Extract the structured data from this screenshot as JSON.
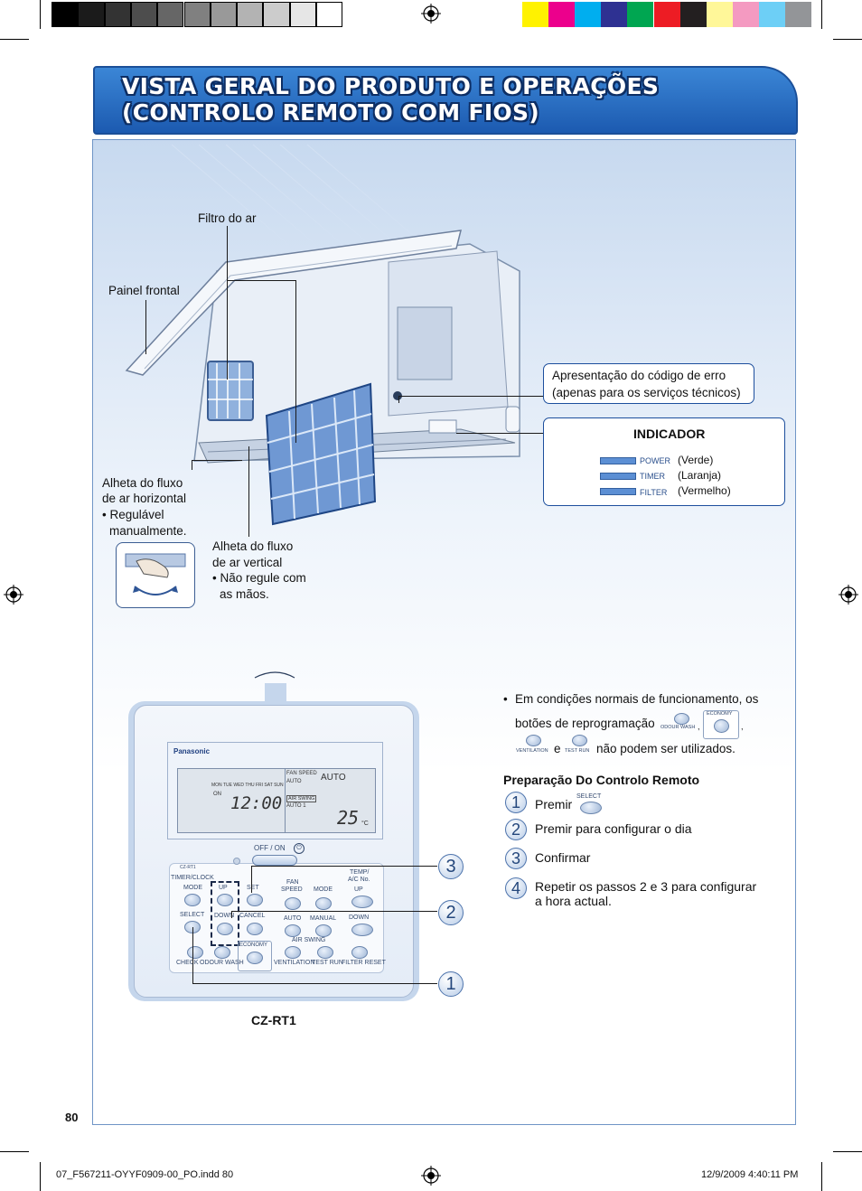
{
  "color_bar": {
    "grays": [
      "#000000",
      "#1b1b1b",
      "#333333",
      "#4d4d4d",
      "#666666",
      "#808080",
      "#999999",
      "#b3b3b3",
      "#cccccc",
      "#e6e6e6",
      "#ffffff"
    ],
    "colors": [
      "#fff200",
      "#ec008c",
      "#00aeef",
      "#2e3192",
      "#00a651",
      "#ed1c24",
      "#231f20",
      "#fff799",
      "#f49ac1",
      "#6dcff6",
      "#939598"
    ]
  },
  "title": {
    "line1": "VISTA GERAL DO PRODUTO E OPERAÇÕES",
    "line2": "(CONTROLO REMOTO COM FIOS)"
  },
  "unit_labels": {
    "filtro": "Filtro do ar",
    "painel": "Painel frontal",
    "horizontal": [
      "Alheta do fluxo",
      "de ar horizontal",
      "• Regulável",
      "manualmente."
    ],
    "vertical": [
      "Alheta do fluxo",
      "de ar vertical",
      "• Não regule com",
      "as mãos."
    ]
  },
  "error_box": [
    "Apresentação do código de erro",
    "(apenas para os serviços técnicos)"
  ],
  "indicator": {
    "title": "INDICADOR",
    "items": [
      {
        "name": "POWER",
        "color": "(Verde)"
      },
      {
        "name": "TIMER",
        "color": "(Laranja)"
      },
      {
        "name": "FILTER",
        "color": "(Vermelho)"
      }
    ]
  },
  "note": {
    "line1": "Em condições normais de funcionamento, os",
    "line2": "botões de reprogramação",
    "comma1": ",",
    "comma2": ",",
    "e": "e",
    "line3": "não podem ser utilizados.",
    "btn_odour": "ODOUR WASH",
    "btn_economy": "ECONOMY",
    "btn_ventilation": "VENTILATION",
    "btn_testrun": "TEST RUN"
  },
  "prep": {
    "title": "Preparação Do Controlo Remoto",
    "steps": [
      {
        "num": "1",
        "text": "Premir",
        "btn": "SELECT"
      },
      {
        "num": "2",
        "text": "Premir para configurar o dia"
      },
      {
        "num": "3",
        "text": "Confirmar"
      },
      {
        "num": "4",
        "text": "Repetir os passos 2 e 3 para configurar",
        "text2": "a hora actual."
      }
    ]
  },
  "remote": {
    "brand": "Panasonic",
    "days": "MON TUE WED THU  FRI  SAT  SUN",
    "on": "ON",
    "time": "12:00",
    "fan_speed": "FAN SPEED",
    "auto_small": "AUTO",
    "auto_big": "AUTO",
    "air_swing": "AIR SWING",
    "auto1": "AUTO 1",
    "temp": "25",
    "unit": "°C",
    "offon": "OFF / ON",
    "model_small": "CZ-RT1",
    "timer_clock": "TIMER/CLOCK",
    "mode": "MODE",
    "select": "SELECT",
    "up": "UP",
    "down": "DOWN",
    "set": "SET",
    "cancel": "CANCEL",
    "fan": "FAN",
    "speed": "SPEED",
    "mode2": "MODE",
    "temp_ac": "TEMP/",
    "ac_no": "A/C No.",
    "up2": "UP",
    "down2": "DOWN",
    "auto_btn": "AUTO",
    "manual": "MANUAL",
    "air_swing_btn": "AIR SWING",
    "economy": "ECONOMY",
    "check": "CHECK",
    "odour_wash": "ODOUR WASH",
    "ventilation": "VENTILATION",
    "test_run": "TEST RUN",
    "filter_reset": "FILTER RESET",
    "model_label": "CZ-RT1",
    "callouts": [
      "3",
      "2",
      "1"
    ]
  },
  "footer": {
    "page": "80",
    "file": "07_F567211-OYYF0909-00_PO.indd   80",
    "date": "12/9/2009   4:40:11 PM"
  }
}
